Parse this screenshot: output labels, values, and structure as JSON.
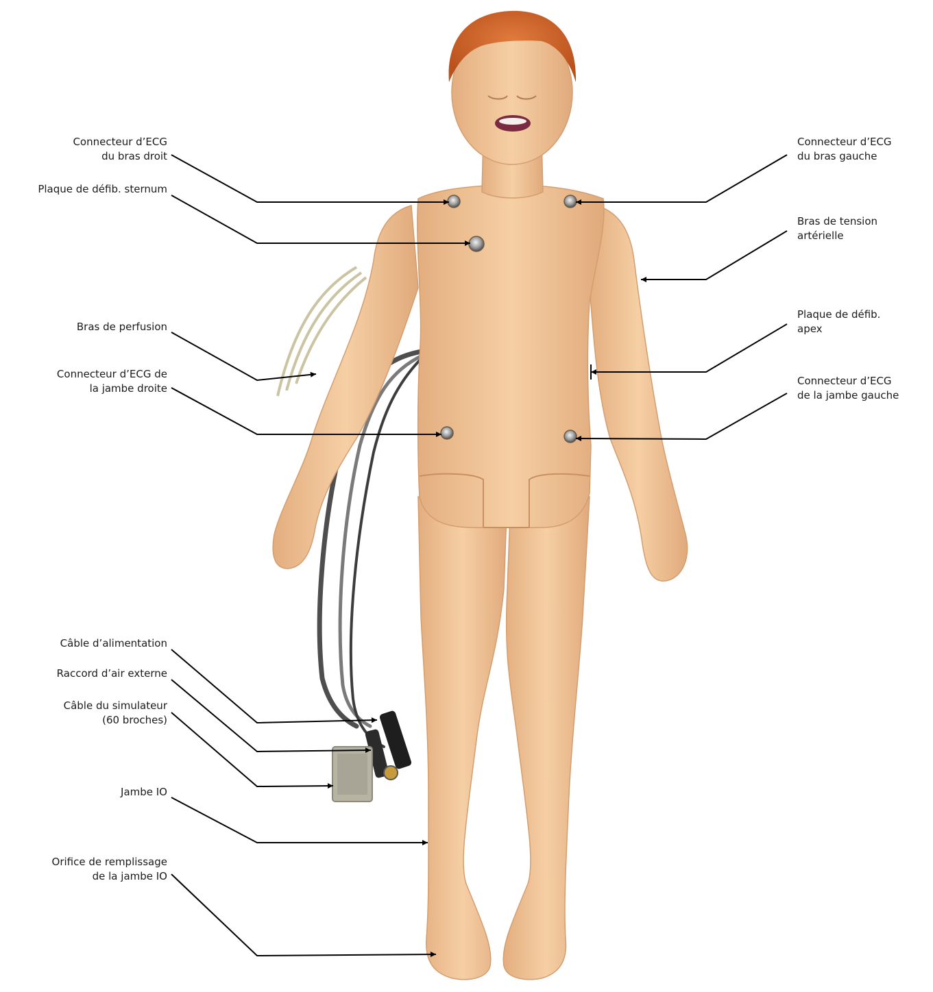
{
  "colors": {
    "background": "#ffffff",
    "leader_line": "#000000",
    "skin": "#f0c497",
    "skin_shadow": "#d9a072",
    "hair": "#d66a2e",
    "cable": "#5a5a5a",
    "tube": "#c9c2a0",
    "connector_metal": "#a9a9a9"
  },
  "labels": {
    "ecg_right_arm": [
      "Connecteur d’ECG",
      "du bras droit"
    ],
    "defib_sternum": [
      "Plaque de défib. sternum"
    ],
    "iv_arm": [
      "Bras de perfusion"
    ],
    "ecg_right_leg": [
      "Connecteur d’ECG de",
      "la jambe droite"
    ],
    "power_cable": [
      "Câble d’alimentation"
    ],
    "external_air": [
      "Raccord d’air externe"
    ],
    "simulator_cable": [
      "Câble du simulateur",
      "(60 broches)"
    ],
    "io_leg": [
      "Jambe IO"
    ],
    "io_fill_port": [
      "Orifice de remplissage",
      "de la jambe IO"
    ],
    "ecg_left_arm": [
      "Connecteur d’ECG",
      "du bras gauche"
    ],
    "bp_arm": [
      "Bras de tension",
      "artérielle"
    ],
    "defib_apex": [
      "Plaque de défib.",
      "apex"
    ],
    "ecg_left_leg": [
      "Connecteur d’ECG",
      "de la jambe gauche"
    ]
  }
}
